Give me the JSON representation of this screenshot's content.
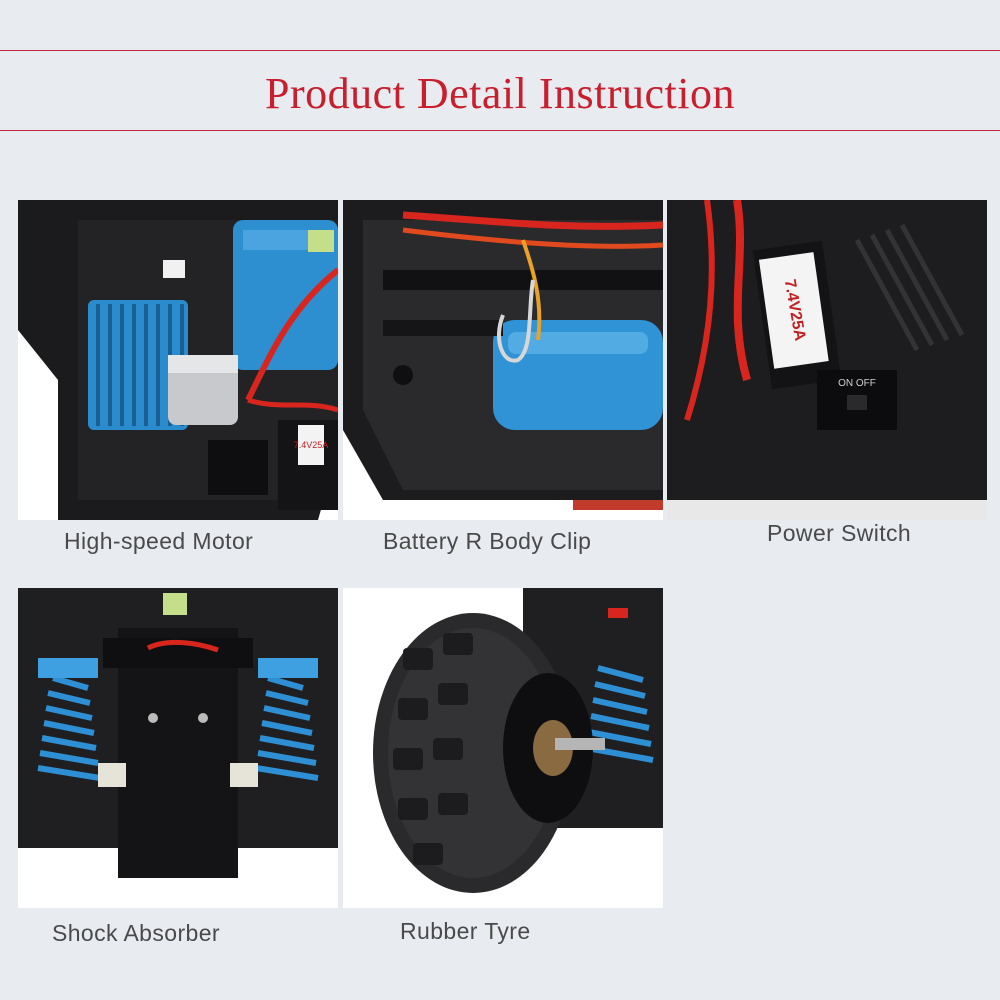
{
  "header": {
    "title": "Product Detail Instruction"
  },
  "photos": [
    {
      "caption": "High-speed Motor",
      "esc_label": "7.4V25A"
    },
    {
      "caption": "Battery R Body Clip"
    },
    {
      "caption": "Power Switch",
      "esc_label": "7.4V25A",
      "switch_label": "ON OFF"
    },
    {
      "caption": "Shock Absorber"
    },
    {
      "caption": "Rubber Tyre"
    }
  ],
  "colors": {
    "accent": "#c81e2d",
    "background": "#e8ebef",
    "caption_text": "#4a4a4a"
  }
}
